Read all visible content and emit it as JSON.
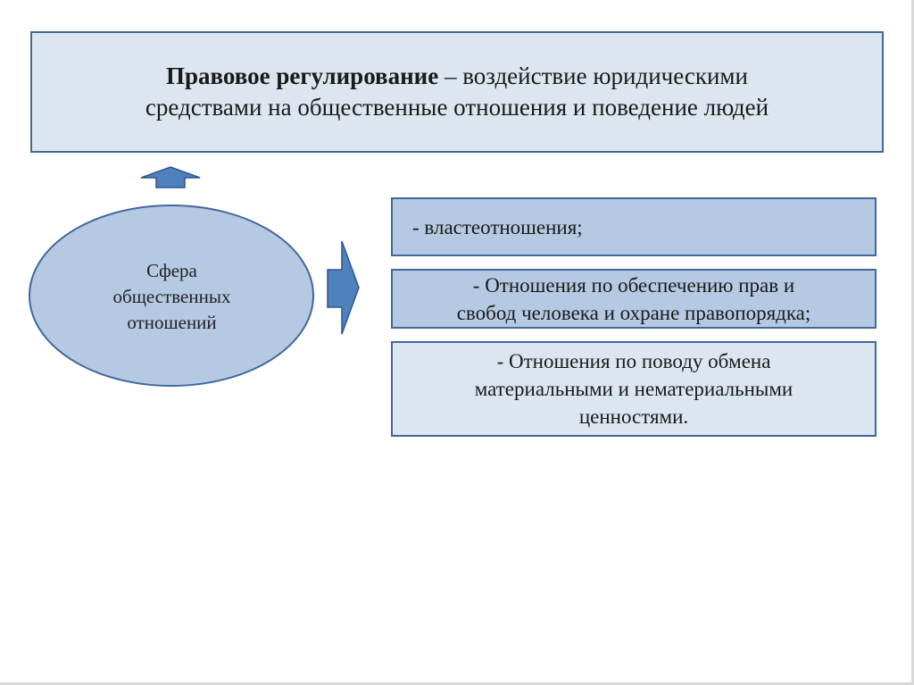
{
  "definition": {
    "term": "Правовое регулирование",
    "dash": " – ",
    "text_line1": "воздействие юридическими",
    "text_line2": "средствами на общественные отношения и поведение людей"
  },
  "sphere": {
    "line1": "Сфера",
    "line2": "общественных",
    "line3": "отношений"
  },
  "items": [
    {
      "line1": "- властеотношения;"
    },
    {
      "line1": "- Отношения по обеспечению прав и",
      "line2": "свобод человека и охране правопорядка;"
    },
    {
      "line1": "- Отношения по поводу обмена",
      "line2": "материальными и нематериальными",
      "line3": "ценностями."
    }
  ],
  "colors": {
    "title_fill": "#dce6f1",
    "shape_fill": "#b5c9e3",
    "border": "#41679b",
    "arrow": "#4f81bd"
  }
}
